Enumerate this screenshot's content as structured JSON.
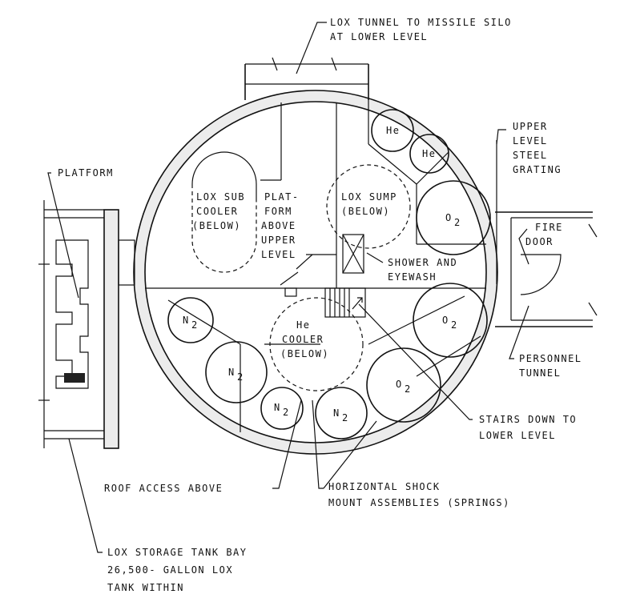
{
  "labels": {
    "lox_tunnel_1": "LOX TUNNEL TO MISSILE SILO",
    "lox_tunnel_2": "AT LOWER LEVEL",
    "upper_grating_1": "UPPER",
    "upper_grating_2": "LEVEL",
    "upper_grating_3": "STEEL",
    "upper_grating_4": "GRATING",
    "platform": "PLATFORM",
    "lox_subcooler_1": "LOX SUB",
    "lox_subcooler_2": "COOLER",
    "lox_subcooler_3": "(BELOW)",
    "platform_above_1": "PLAT-",
    "platform_above_2": "FORM",
    "platform_above_3": "ABOVE",
    "platform_above_4": "UPPER",
    "platform_above_5": "LEVEL",
    "lox_sump_1": "LOX SUMP",
    "lox_sump_2": "(BELOW)",
    "fire_door_1": "FIRE",
    "fire_door_2": "DOOR",
    "shower_1": "SHOWER AND",
    "shower_2": "EYEWASH",
    "he_cooler_1": "He",
    "he_cooler_2": "COOLER",
    "he_cooler_3": "(BELOW)",
    "personnel_1": "PERSONNEL",
    "personnel_2": "TUNNEL",
    "stairs_1": "STAIRS DOWN TO",
    "stairs_2": "LOWER LEVEL",
    "roof_access": "ROOF ACCESS ABOVE",
    "shock_1": "HORIZONTAL SHOCK",
    "shock_2": "MOUNT ASSEMBLIES (SPRINGS)",
    "lox_bay_1": "LOX STORAGE TANK BAY",
    "lox_bay_2": "26,500- GALLON LOX",
    "lox_bay_3": "TANK WITHIN"
  },
  "tanks": {
    "he_1": "He",
    "he_2": "He",
    "o2_1": "O",
    "o2_2": "O",
    "o2_3": "O",
    "n2_1": "N",
    "n2_2": "N",
    "n2_3": "N",
    "n2_4": "N",
    "subscript_2": "2"
  }
}
